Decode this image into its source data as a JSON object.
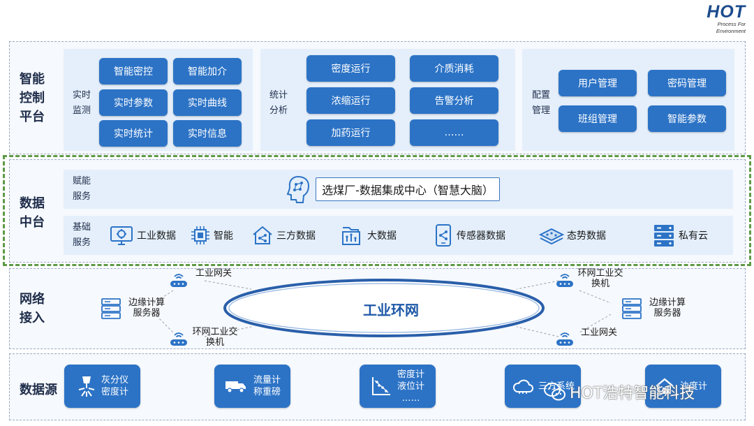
{
  "logo": {
    "mark": "HOT",
    "tagline": "Process For Environment"
  },
  "layers": {
    "control": {
      "label": "智能控制平台",
      "groups": [
        {
          "label": "实时监测",
          "buttons": [
            "智能密控",
            "智能加介",
            "实时参数",
            "实时曲线",
            "实时统计",
            "实时信息"
          ]
        },
        {
          "label": "统计分析",
          "buttons": [
            "密度运行",
            "介质消耗",
            "浓缩运行",
            "告警分析",
            "加药运行",
            "……"
          ]
        },
        {
          "label": "配置管理",
          "buttons": [
            "用户管理",
            "密码管理",
            "班组管理",
            "智能参数"
          ]
        }
      ]
    },
    "data": {
      "label": "数据中台",
      "enable_label": "赋能服务",
      "center_title": "选煤厂-数据集成中心（智慧大脑）",
      "base_label": "基础服务",
      "items": [
        {
          "label": "工业数据",
          "icon": "display-gear-icon"
        },
        {
          "label": "智能",
          "icon": "chip-icon"
        },
        {
          "label": "三方数据",
          "icon": "house-network-icon"
        },
        {
          "label": "大数据",
          "icon": "folder-chart-icon"
        },
        {
          "label": "传感器数据",
          "icon": "phone-share-icon"
        },
        {
          "label": "态势数据",
          "icon": "layers-icon"
        },
        {
          "label": "私有云",
          "icon": "server-rack-icon"
        }
      ]
    },
    "network": {
      "label": "网络接入",
      "ring": "工业环网",
      "gateway_top": "工业网关",
      "gateway_bottom": "工业网关",
      "switch_top": "环网工业交换机",
      "switch_bottom": "环网工业交换机",
      "edge_left": "边缘计算服务器",
      "edge_right": "边缘计算服务器"
    },
    "source": {
      "label": "数据源",
      "items": [
        {
          "lines": [
            "灰分仪",
            "密度计"
          ],
          "icon": "radiation-sensor-icon"
        },
        {
          "lines": [
            "流量计",
            "称重磅"
          ],
          "icon": "truck-icon"
        },
        {
          "lines": [
            "密度计",
            "液位计",
            "……"
          ],
          "icon": "scatter-chart-icon"
        },
        {
          "lines": [
            "三方系统"
          ],
          "icon": "cloud-icon"
        },
        {
          "lines": [
            "浊度计"
          ],
          "icon": "house-icon"
        }
      ]
    }
  },
  "watermark": "HOT浩特智能科技",
  "colors": {
    "button": "#2c73c6",
    "panel": "#e4effb",
    "frame": "#5e9a46",
    "ring": "#1e58a8"
  }
}
